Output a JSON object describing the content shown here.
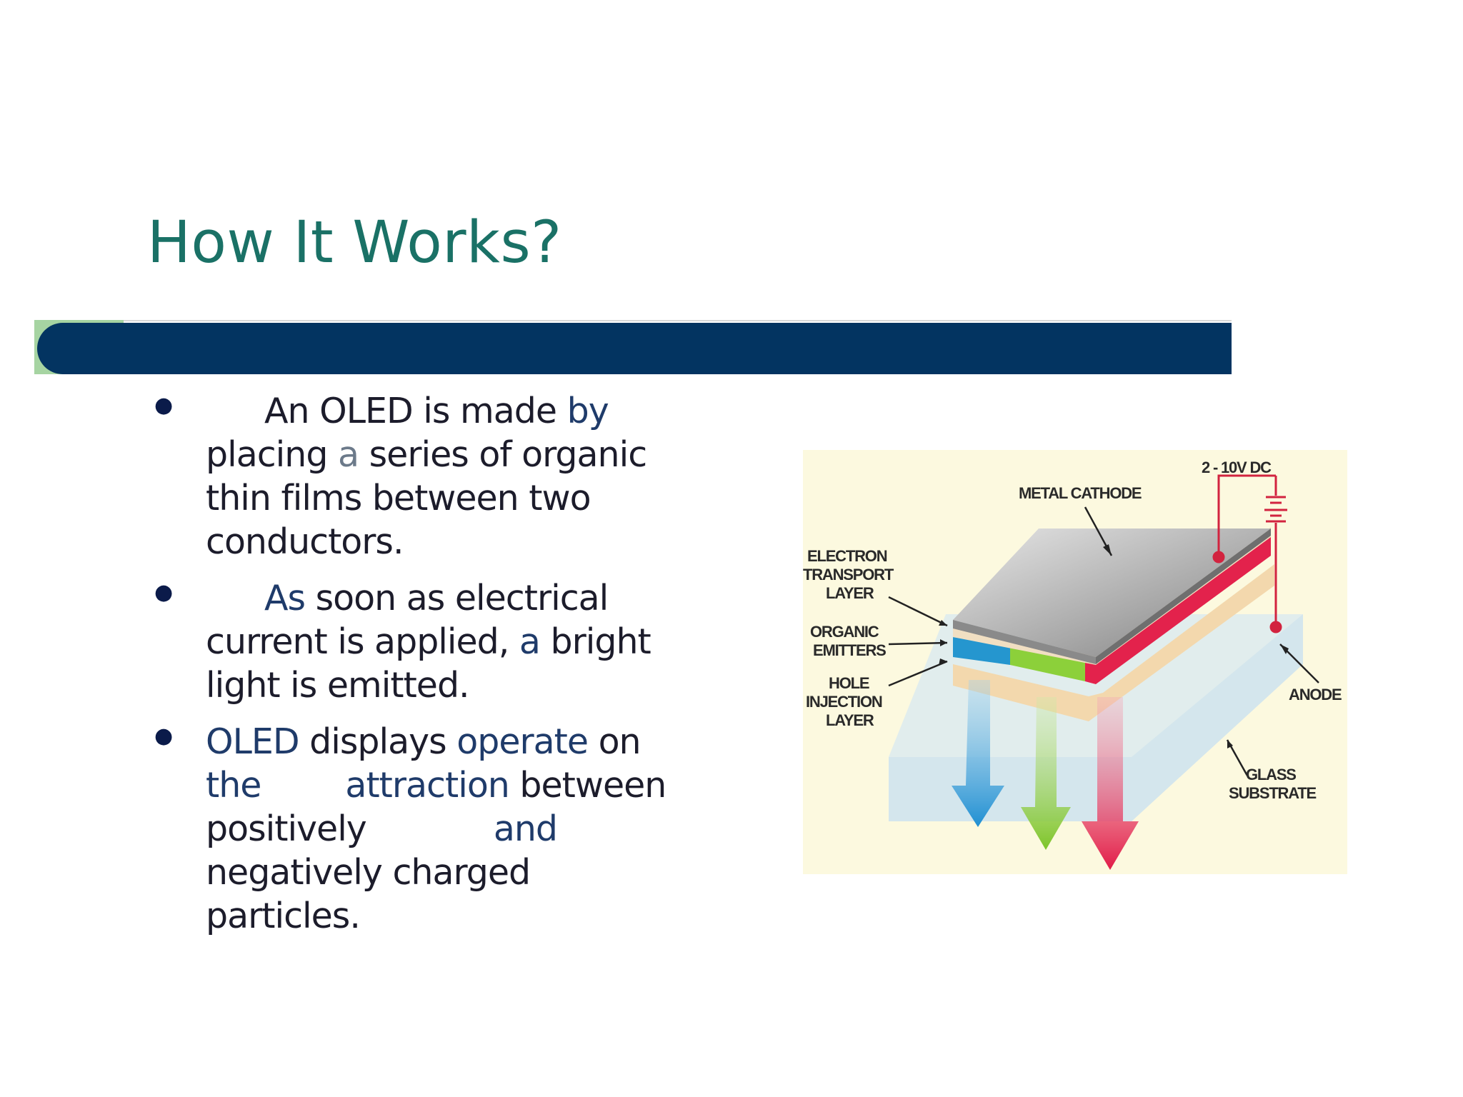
{
  "slide": {
    "title": "How It Works?"
  },
  "bullets": [
    {
      "parts": [
        "An OLED is made ",
        "by",
        "placing ",
        "a",
        " series of organic",
        "thin films between two",
        "conductors."
      ]
    },
    {
      "parts": [
        "As",
        " soon as electrical",
        "current is applied, ",
        "a",
        " bright",
        "light is emitted."
      ]
    },
    {
      "parts": [
        "OLED",
        " displays ",
        "operate",
        " on",
        "the",
        "attraction",
        " between",
        "positively",
        "and",
        "negatively charged",
        "particles."
      ]
    }
  ],
  "diagram": {
    "labels": {
      "voltage": "2 - 10V DC",
      "metal_cathode": "METAL CATHODE",
      "electron_transport": [
        "ELECTRON",
        "TRANSPORT",
        "LAYER"
      ],
      "organic_emitters": [
        "ORGANIC",
        "EMITTERS"
      ],
      "hole_injection": [
        "HOLE",
        "INJECTION",
        "LAYER"
      ],
      "anode": "ANODE",
      "glass_substrate": [
        "GLASS",
        "SUBSTRATE"
      ]
    },
    "colors": {
      "background": "#fcf9df",
      "blue": "#2f9ed8",
      "green": "#8fd23a",
      "red": "#e4234d",
      "cathode": "#9b9b9b"
    }
  },
  "theme": {
    "title_color": "#1a7166",
    "band_color": "#033461",
    "band_accent": "#a6d4a2"
  }
}
